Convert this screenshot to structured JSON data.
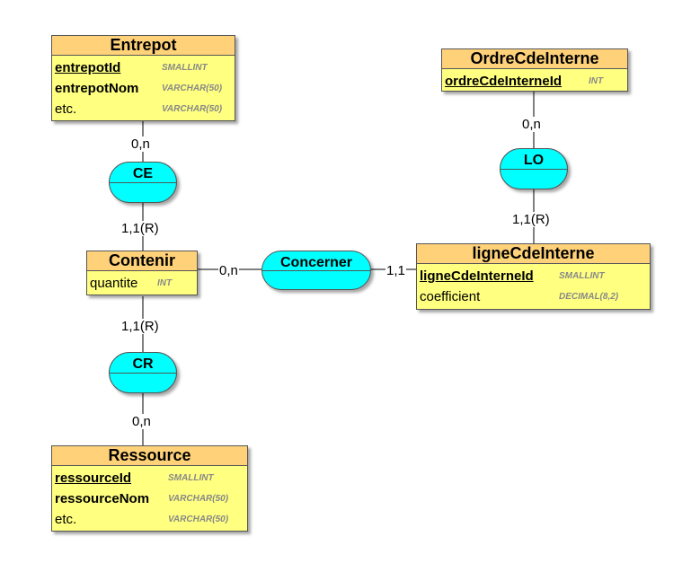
{
  "entities": {
    "entrepot": {
      "name": "Entrepot",
      "attributes": [
        {
          "name": "entrepotId",
          "type": "SMALLINT"
        },
        {
          "name": "entrepotNom",
          "type": "VARCHAR(50)"
        },
        {
          "name": "etc.",
          "type": "VARCHAR(50)"
        }
      ]
    },
    "contenir": {
      "name": "Contenir",
      "attributes": [
        {
          "name": "quantite",
          "type": "INT"
        }
      ]
    },
    "ressource": {
      "name": "Ressource",
      "attributes": [
        {
          "name": "ressourceId",
          "type": "SMALLINT"
        },
        {
          "name": "ressourceNom",
          "type": "VARCHAR(50)"
        },
        {
          "name": "etc.",
          "type": "VARCHAR(50)"
        }
      ]
    },
    "ordre": {
      "name": "OrdreCdeInterne",
      "attributes": [
        {
          "name": "ordreCdeInterneId",
          "type": "INT"
        }
      ]
    },
    "ligne": {
      "name": "ligneCdeInterne",
      "attributes": [
        {
          "name": "ligneCdeInterneId",
          "type": "SMALLINT"
        },
        {
          "name": "coefficient",
          "type": "DECIMAL(8,2)"
        }
      ]
    }
  },
  "associations": {
    "ce": "CE",
    "cr": "CR",
    "lo": "LO",
    "concerner": "Concerner"
  },
  "cardinalities": {
    "entrepot_ce": "0,n",
    "ce_contenir": "1,1(R)",
    "contenir_cr": "1,1(R)",
    "cr_ressource": "0,n",
    "ordre_lo": "0,n",
    "lo_ligne": "1,1(R)",
    "contenir_concerner": "0,n",
    "concerner_ligne": "1,1"
  }
}
